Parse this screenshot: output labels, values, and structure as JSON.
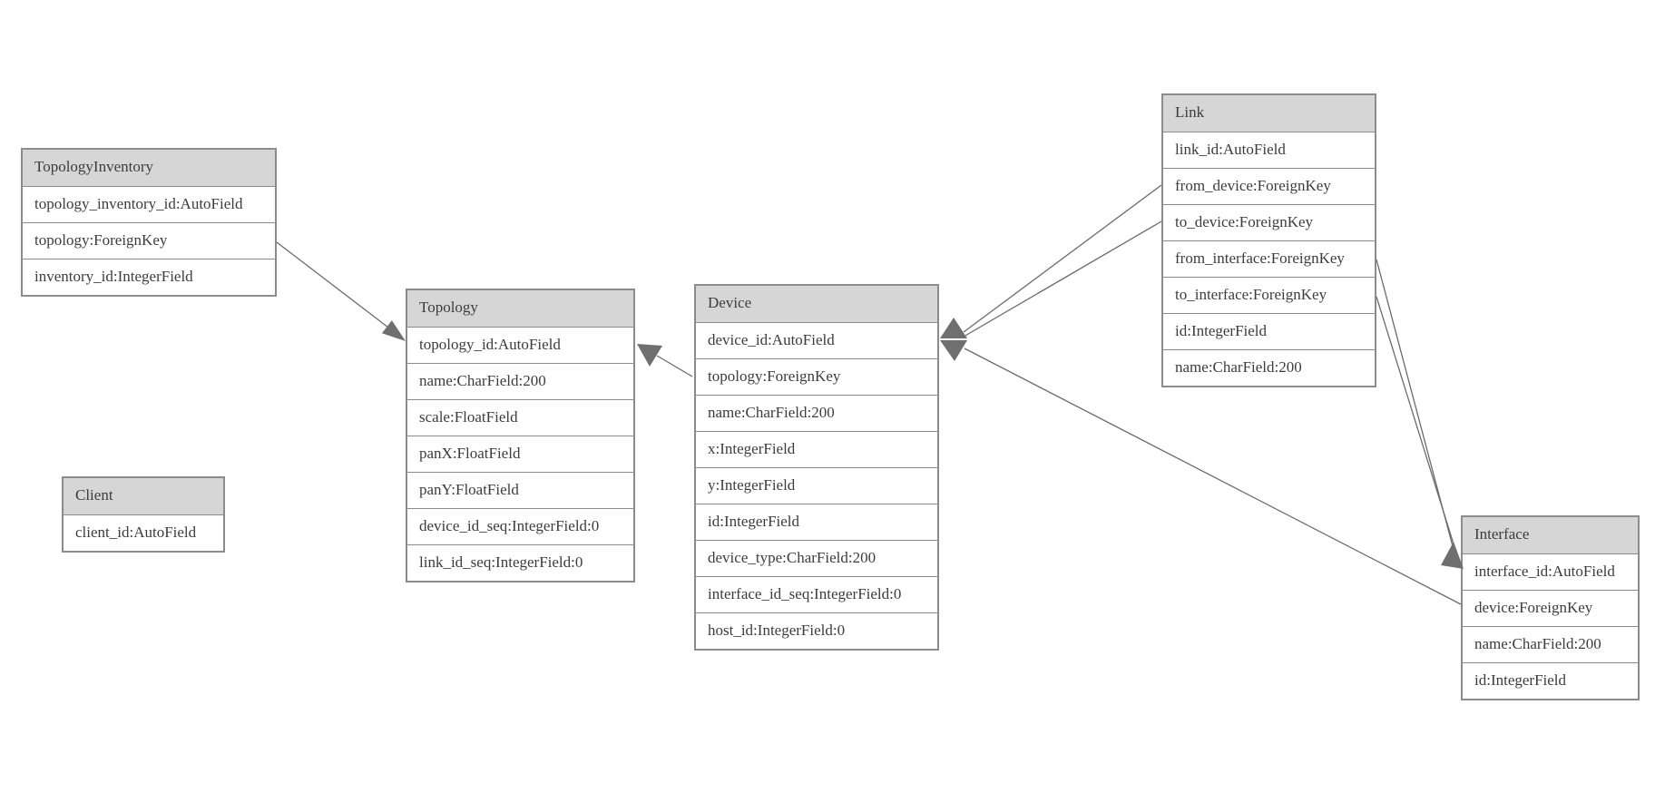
{
  "entities": {
    "topology_inventory": {
      "title": "TopologyInventory",
      "fields": [
        "topology_inventory_id:AutoField",
        "topology:ForeignKey",
        "inventory_id:IntegerField"
      ]
    },
    "topology": {
      "title": "Topology",
      "fields": [
        "topology_id:AutoField",
        "name:CharField:200",
        "scale:FloatField",
        "panX:FloatField",
        "panY:FloatField",
        "device_id_seq:IntegerField:0",
        "link_id_seq:IntegerField:0"
      ]
    },
    "client": {
      "title": "Client",
      "fields": [
        "client_id:AutoField"
      ]
    },
    "device": {
      "title": "Device",
      "fields": [
        "device_id:AutoField",
        "topology:ForeignKey",
        "name:CharField:200",
        "x:IntegerField",
        "y:IntegerField",
        "id:IntegerField",
        "device_type:CharField:200",
        "interface_id_seq:IntegerField:0",
        "host_id:IntegerField:0"
      ]
    },
    "link": {
      "title": "Link",
      "fields": [
        "link_id:AutoField",
        "from_device:ForeignKey",
        "to_device:ForeignKey",
        "from_interface:ForeignKey",
        "to_interface:ForeignKey",
        "id:IntegerField",
        "name:CharField:200"
      ]
    },
    "interface": {
      "title": "Interface",
      "fields": [
        "interface_id:AutoField",
        "device:ForeignKey",
        "name:CharField:200",
        "id:IntegerField"
      ]
    }
  },
  "relationships": [
    {
      "from": "TopologyInventory.topology",
      "to": "Topology"
    },
    {
      "from": "Device.topology",
      "to": "Topology"
    },
    {
      "from": "Link.from_device",
      "to": "Device"
    },
    {
      "from": "Link.to_device",
      "to": "Device"
    },
    {
      "from": "Link.from_interface",
      "to": "Interface"
    },
    {
      "from": "Link.to_interface",
      "to": "Interface"
    },
    {
      "from": "Interface.device",
      "to": "Device"
    }
  ],
  "colors": {
    "background": "#ffffff",
    "header_fill": "#d6d6d6",
    "border": "#8c8c8c",
    "text": "#3c3c3c",
    "edge_line": "#6b6b6b",
    "arrowhead_fill": "#6f6f6f"
  }
}
